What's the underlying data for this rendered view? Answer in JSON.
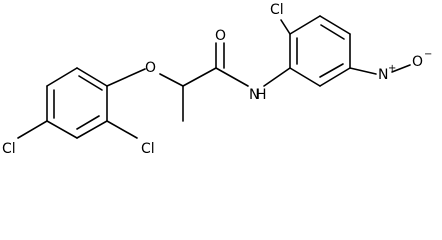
{
  "atoms": {
    "cl_top_right": "Cl",
    "cl_bottom_left": "Cl",
    "cl_bottom_mid": "Cl",
    "o_ether": "O",
    "o_carbonyl": "O",
    "nh": "N",
    "h": "H",
    "n_nitro": "N",
    "nitro_plus": "+",
    "o_nitro": "O",
    "nitro_minus": "−"
  }
}
